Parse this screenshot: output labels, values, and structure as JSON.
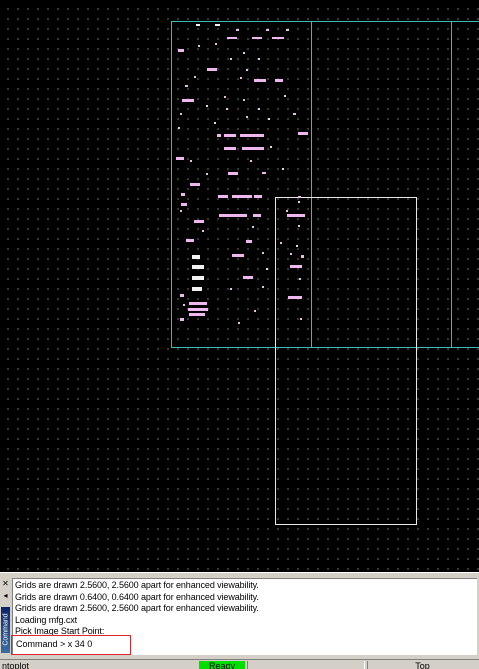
{
  "canvas": {
    "background": "#000000",
    "grid_color": "#8a8a8a",
    "board_outline_color": "#3fb7b3",
    "selection_outline_color": "#e8e8e8",
    "silkscreen_color": "#f0b6f0"
  },
  "command_window": {
    "title": "Command",
    "sidebar_icons": [
      "close-icon",
      "dock-arrow-icon"
    ],
    "lines": [
      "Grids are drawn 2.5600, 2.5600 apart for enhanced viewability.",
      "Grids are drawn 0.6400, 0.6400 apart for enhanced viewability.",
      "Grids are drawn 2.5600, 2.5600 apart for enhanced viewability.",
      "Loading mfg.cxt",
      "Pick Image Start Point:"
    ],
    "input_text": "Command > x 34 0",
    "highlight_color": "#e0262a"
  },
  "status_bar": {
    "left_text": "ntoplot",
    "status_text": "Ready",
    "status_color": "#00e000",
    "view_text": "Top"
  }
}
